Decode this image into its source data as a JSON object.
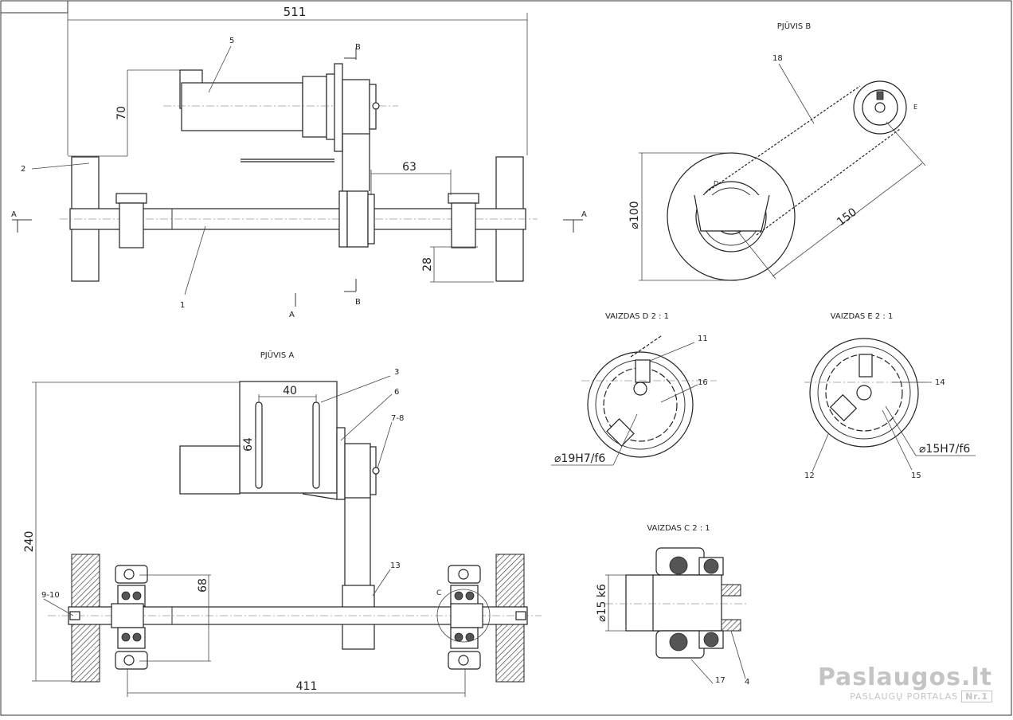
{
  "views": {
    "top_view": {
      "dim_overall": "511",
      "dim_offset": "70",
      "dim_pulley_gap": "63",
      "dim_height": "28"
    },
    "section_a": {
      "title": "PJŪVIS A",
      "dim_slot": "40",
      "dim_slot_len": "64",
      "dim_height": "240",
      "dim_bearing": "68",
      "dim_span": "411"
    },
    "section_b": {
      "title": "PJŪVIS B",
      "dim_diameter": "⌀100",
      "dim_center": "150",
      "label_d": "D",
      "label_e": "E"
    },
    "detail_d": {
      "title": "VAIZDAS D 2 : 1",
      "fit": "⌀19H7/f6"
    },
    "detail_e": {
      "title": "VAIZDAS E 2 : 1",
      "fit": "⌀15H7/f6"
    },
    "detail_c": {
      "title": "VAIZDAS C 2 : 1",
      "fit": "⌀15 k6",
      "label_c": "C"
    }
  },
  "section_markers": {
    "a": "A",
    "b": "B"
  },
  "balloons": {
    "p1": "1",
    "p2": "2",
    "p3": "3",
    "p4": "4",
    "p5": "5",
    "p6": "6",
    "p7_8": "7-8",
    "p9_10": "9-10",
    "p11": "11",
    "p12": "12",
    "p13": "13",
    "p14": "14",
    "p15": "15",
    "p16": "16",
    "p17": "17",
    "p18": "18"
  },
  "watermark": {
    "brand": "Paslaugos.lt",
    "tagline": "PASLAUGŲ PORTALAS",
    "badge": "Nr.1"
  },
  "colors": {
    "line": "#222222",
    "hatch": "#444444",
    "watermark": "#c4c4c4"
  }
}
